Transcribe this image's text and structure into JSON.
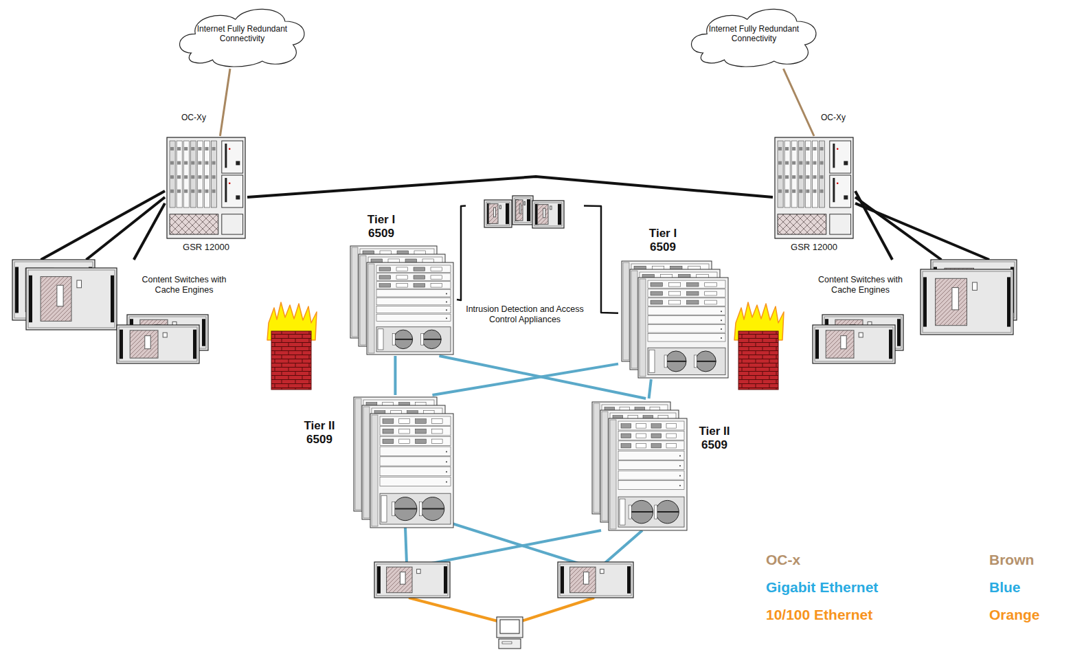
{
  "diagram": {
    "nodes": [
      {
        "text": [
          "Internet Fully Redundant Connectivity"
        ]
      },
      {
        "text": [
          "Internet Fully Redundant Connectivity"
        ]
      },
      {
        "text": [
          "GSR 12000"
        ]
      },
      {
        "text": [
          "GSR 12000"
        ]
      },
      {
        "text": [
          "Tier I 6509"
        ]
      },
      {
        "text": [
          "Tier I 6509"
        ]
      },
      {
        "text": [
          "Tier II 6509"
        ]
      },
      {
        "text": [
          "Tier II 6509"
        ]
      },
      {
        "text": [
          "Content Switches with Cache Engines"
        ]
      },
      {
        "text": [
          "Content Switches with Cache Engines"
        ]
      },
      {
        "text": [
          "Intrusion Detection and Access Control Appliances"
        ]
      }
    ],
    "edges": [
      {
        "from": 0,
        "to": 2,
        "label": "OC-Xy",
        "arrow": "none"
      },
      {
        "from": 1,
        "to": 3,
        "label": "OC-Xy",
        "arrow": "none"
      },
      {
        "from": 2,
        "to": 3,
        "arrow": "none"
      },
      {
        "from": 2,
        "to": 8,
        "arrow": "none"
      },
      {
        "from": 2,
        "to": 8,
        "arrow": "none"
      },
      {
        "from": 2,
        "to": 8,
        "arrow": "none"
      },
      {
        "from": 3,
        "to": 9,
        "arrow": "none"
      },
      {
        "from": 3,
        "to": 9,
        "arrow": "none"
      },
      {
        "from": 3,
        "to": 9,
        "arrow": "none"
      },
      {
        "from": 4,
        "to": 10,
        "arrow": "none"
      },
      {
        "from": 10,
        "to": 5,
        "arrow": "none"
      },
      {
        "from": 4,
        "to": 6,
        "arrow": "none"
      },
      {
        "from": 4,
        "to": 7,
        "arrow": "none"
      },
      {
        "from": 5,
        "to": 6,
        "arrow": "none"
      },
      {
        "from": 5,
        "to": 7,
        "arrow": "none"
      }
    ],
    "labels": [
      "Brown",
      "Blue",
      "Orange"
    ],
    "legend": [
      {
        "text": "OC-x",
        "color": "#b5916b"
      },
      {
        "text": "Gigabit Ethernet",
        "color": "#29abe2"
      },
      {
        "text": "10/100 Ethernet",
        "color": "#f7941d"
      }
    ]
  }
}
